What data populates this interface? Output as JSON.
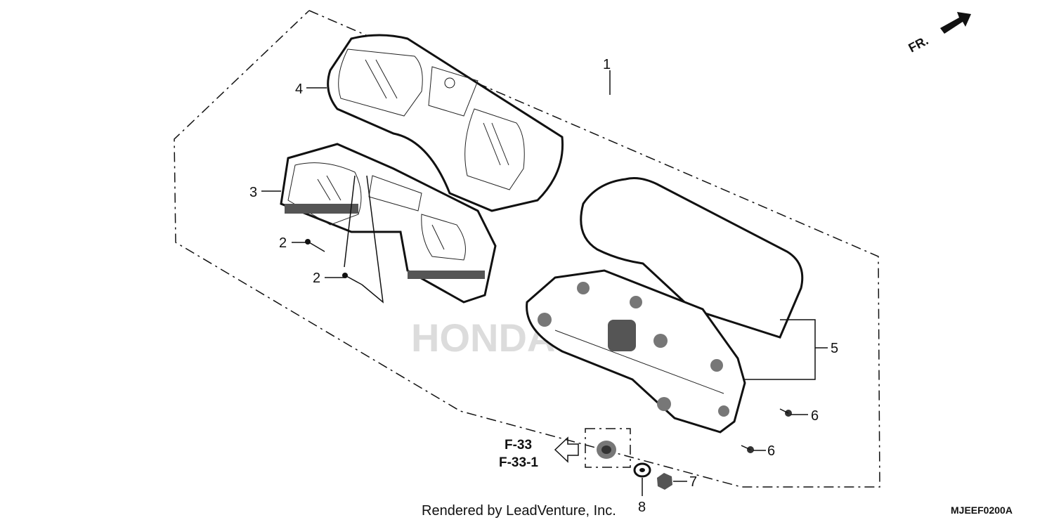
{
  "diagram": {
    "part_labels": {
      "p1": "1",
      "p2a": "2",
      "p2b": "2",
      "p3": "3",
      "p4": "4",
      "p5": "5",
      "p6a": "6",
      "p6b": "6",
      "p7": "7",
      "p8": "8"
    },
    "references": [
      "F-33",
      "F-33-1"
    ],
    "front_indicator": "FR.",
    "credit": "Rendered by LeadVenture, Inc.",
    "diagram_code": "MJEEF0200A",
    "watermark": "HONDA"
  }
}
